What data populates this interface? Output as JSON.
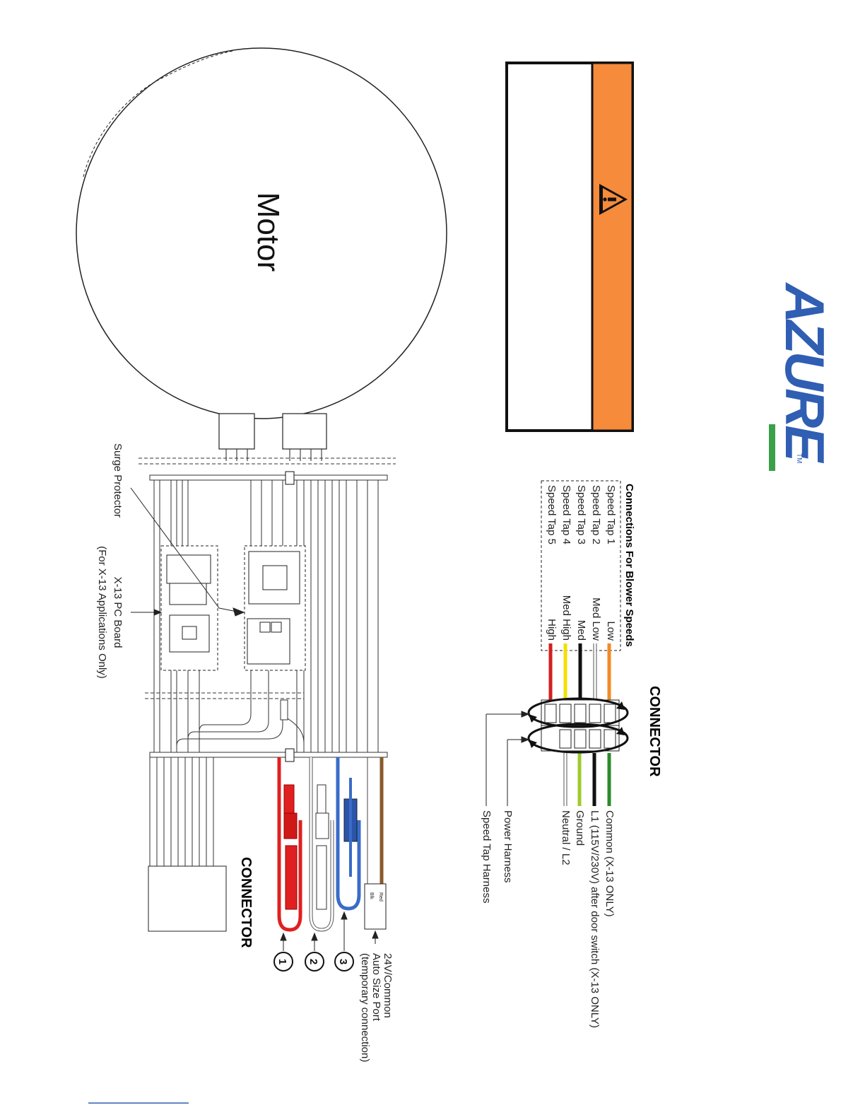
{
  "brand": {
    "logo_text": "AZURE",
    "trademark": "TM",
    "logo_color": "#2f5eb3",
    "accent_color": "#3aa04a"
  },
  "warning_box": {
    "band_color": "#f58b3b",
    "icon": "warning-triangle-icon"
  },
  "motor": {
    "label": "Motor"
  },
  "pc_board": {
    "surge_label": "Surge Protector",
    "board_label": "X-13 PC Board",
    "board_sub": "(For X-13 Applications Only)"
  },
  "left_connector": {
    "label": "CONNECTOR"
  },
  "numbered_leads": [
    {
      "num": "1",
      "color": "#e02020"
    },
    {
      "num": "2",
      "color": "#ffffff"
    },
    {
      "num": "3",
      "color": "#3a6cc8"
    }
  ],
  "auto_size": {
    "line1": "24V/Common",
    "line2": "Auto Size Port",
    "line3": "(temporary connection)",
    "plug_top": "Red",
    "plug_bottom": "Blk"
  },
  "blower_table": {
    "title": "Connections For Blower Speeds",
    "rows": [
      {
        "tap": "Speed Tap 1",
        "speed": "Low"
      },
      {
        "tap": "Speed Tap 2",
        "speed": "Med Low"
      },
      {
        "tap": "Speed Tap 3",
        "speed": "Med"
      },
      {
        "tap": "Speed Tap 4",
        "speed": "Med High"
      },
      {
        "tap": "Speed Tap 5",
        "speed": "High"
      }
    ]
  },
  "right_connector": {
    "label": "CONNECTOR",
    "upper_wire_colors": [
      "#f08a24",
      "#ffffff",
      "#111111",
      "#f2e000",
      "#d32020"
    ],
    "lower_wire_colors": [
      "#2a8a2a",
      "#111111",
      "#9ecb2c",
      "#ffffff"
    ],
    "lower_labels": [
      "Common (X-13 ONLY)",
      "L1 (115V/230V) after door switch (X-13 ONLY)",
      "Ground",
      "Neutral / L2"
    ],
    "power_harness": "Power Harness",
    "speed_tap_harness": "Speed Tap Harness"
  }
}
